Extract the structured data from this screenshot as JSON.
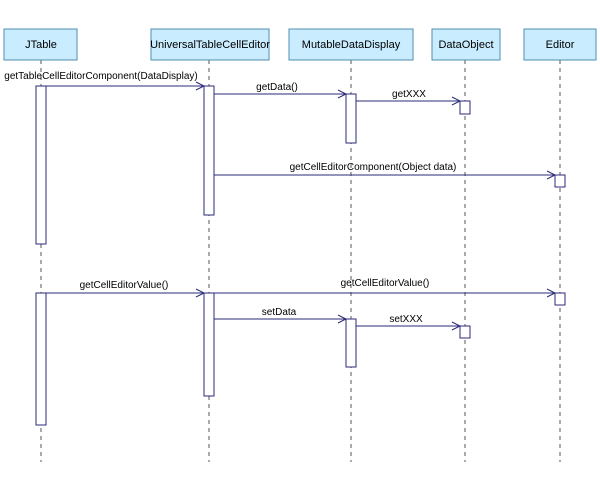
{
  "participants": [
    {
      "id": "jtable",
      "name": "JTable"
    },
    {
      "id": "utce",
      "name": "UniversalTableCellEditor"
    },
    {
      "id": "mdd",
      "name": "MutableDataDisplay"
    },
    {
      "id": "dobj",
      "name": "DataObject"
    },
    {
      "id": "editor",
      "name": "Editor"
    }
  ],
  "messages": [
    {
      "from": "jtable",
      "to": "utce",
      "label": "getTableCellEditorComponent(DataDisplay)"
    },
    {
      "from": "utce",
      "to": "mdd",
      "label": "getData()"
    },
    {
      "from": "mdd",
      "to": "dobj",
      "label": "getXXX"
    },
    {
      "from": "utce",
      "to": "editor",
      "label": "getCellEditorComponent(Object data)"
    },
    {
      "from": "jtable",
      "to": "utce",
      "label": "getCellEditorValue()"
    },
    {
      "from": "utce",
      "to": "editor",
      "label": "getCellEditorValue()"
    },
    {
      "from": "utce",
      "to": "mdd",
      "label": "setData"
    },
    {
      "from": "mdd",
      "to": "dobj",
      "label": "setXXX"
    }
  ],
  "colors": {
    "actor_fill": "#c9ecff",
    "actor_border": "#4f8fb3",
    "line": "#2a2a7a"
  }
}
